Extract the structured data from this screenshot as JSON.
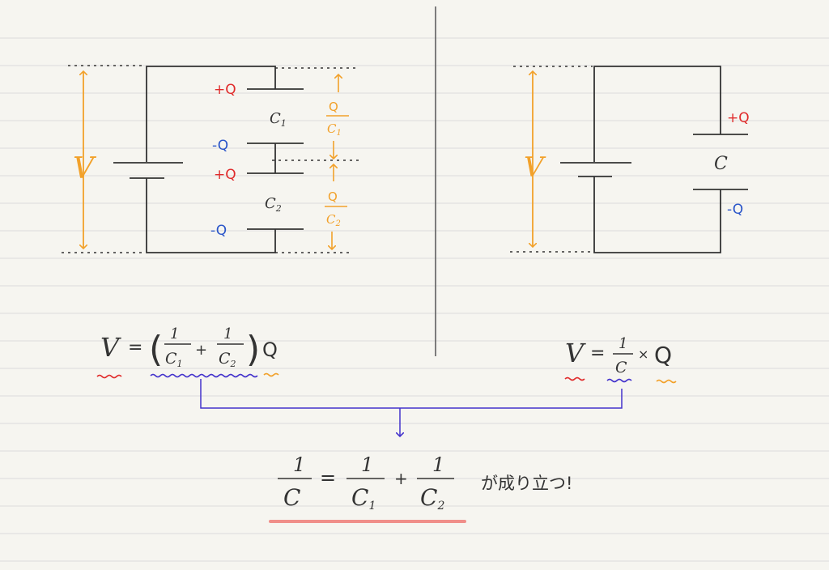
{
  "colors": {
    "background": "#f6f5f0",
    "rule_line": "#d9d9d9",
    "ink": "#333333",
    "positive": "#e02b2b",
    "negative": "#2a55c9",
    "voltage": "#f2a12a",
    "connector": "#4433cc",
    "highlight": "#f08f8a"
  },
  "left_circuit": {
    "voltage_label": "V",
    "c1": {
      "label": "C",
      "sub": "1",
      "top_charge": "+Q",
      "bottom_charge": "-Q"
    },
    "c2": {
      "label": "C",
      "sub": "2",
      "top_charge": "+Q",
      "bottom_charge": "-Q"
    },
    "v1": {
      "num": "Q",
      "den": "C",
      "den_sub": "1"
    },
    "v2": {
      "num": "Q",
      "den": "C",
      "den_sub": "2"
    }
  },
  "right_circuit": {
    "voltage_label": "V",
    "cap_label": "C",
    "top_charge": "+Q",
    "bottom_charge": "-Q"
  },
  "left_equation": {
    "lhs": "V",
    "eq": "=",
    "lparen": "(",
    "one_a": "1",
    "c_a": "C",
    "c_a_sub": "1",
    "plus": "+",
    "one_b": "1",
    "c_b": "C",
    "c_b_sub": "2",
    "rparen": ")",
    "q": "Q"
  },
  "right_equation": {
    "lhs": "V",
    "eq": "=",
    "one": "1",
    "c": "C",
    "times": "×",
    "q": "Q"
  },
  "result": {
    "one_l": "1",
    "c_l": "C",
    "eq": "=",
    "one_a": "1",
    "c_a": "C",
    "c_a_sub": "1",
    "plus": "+",
    "one_b": "1",
    "c_b": "C",
    "c_b_sub": "2",
    "note": "が成り立つ!"
  }
}
